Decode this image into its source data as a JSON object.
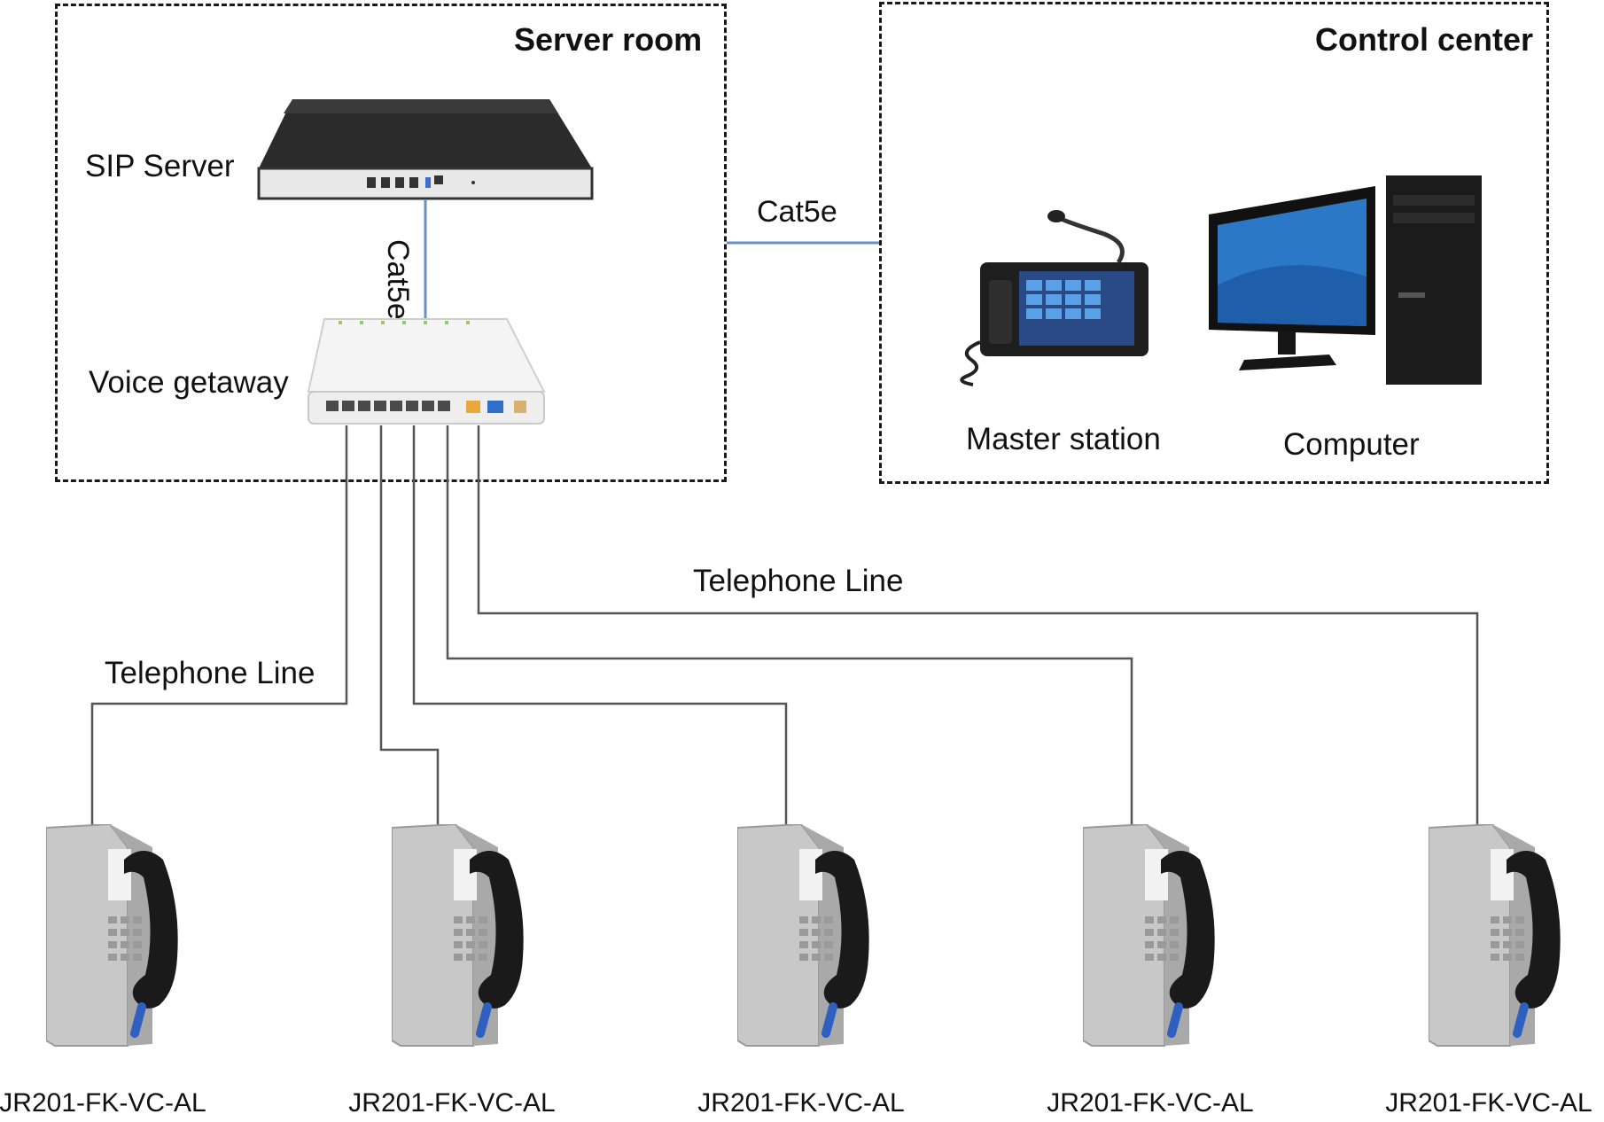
{
  "zones": {
    "server_room": {
      "title": "Server room"
    },
    "control_center": {
      "title": "Control center"
    }
  },
  "devices": {
    "sip_server": {
      "label": "SIP Server"
    },
    "voice_gateway": {
      "label": "Voice getaway"
    },
    "master_station": {
      "label": "Master station"
    },
    "computer": {
      "label": "Computer"
    }
  },
  "links": {
    "server_gateway_cable": "Cat5e",
    "server_to_control_cable": "Cat5e",
    "telephone_line_left": "Telephone Line",
    "telephone_line_right": "Telephone Line"
  },
  "phones": [
    {
      "model": "JR201-FK-VC-AL"
    },
    {
      "model": "JR201-FK-VC-AL"
    },
    {
      "model": "JR201-FK-VC-AL"
    },
    {
      "model": "JR201-FK-VC-AL"
    },
    {
      "model": "JR201-FK-VC-AL"
    }
  ],
  "colors": {
    "cat5e_line": "#6a8fc0",
    "telephone_line": "#555555",
    "zone_border": "#1a1a1a",
    "handset_cord": "#2f5fbf"
  }
}
